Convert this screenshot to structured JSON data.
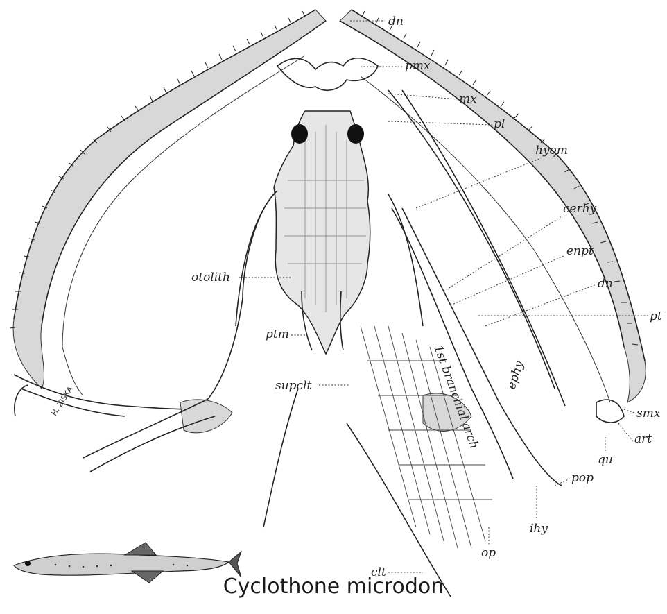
{
  "caption": "Cyclothone microdon",
  "signature": "H. ZISKA",
  "arch_label": "1st branchial arch",
  "labels": {
    "dn_top": "dn",
    "pmx": "pmx",
    "mx": "mx",
    "pl": "pl",
    "hyom": "hyom",
    "cerhy": "cerhy",
    "enpt": "enpt",
    "dn_mid": "dn",
    "pt": "pt",
    "smx": "smx",
    "art": "art",
    "qu": "qu",
    "pop": "pop",
    "ihy": "ihy",
    "op": "op",
    "clt": "clt",
    "supclt": "supclt",
    "ptm": "ptm",
    "otolith": "otolith",
    "ephy": "ephy"
  }
}
